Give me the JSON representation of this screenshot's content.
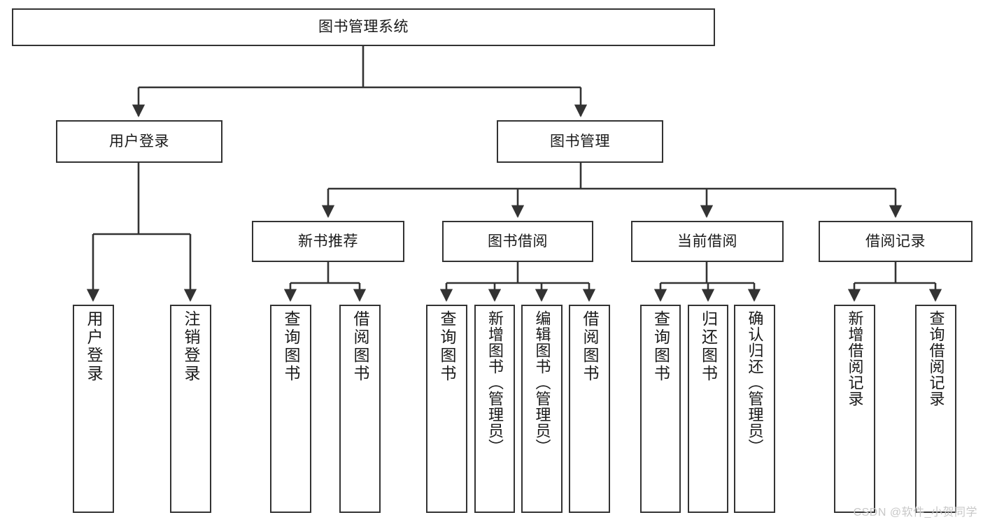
{
  "diagram": {
    "title": "图书管理系统",
    "type": "hierarchy-tree",
    "levels": 4,
    "colors": {
      "background": "#ffffff",
      "node_border": "#333333",
      "node_fill": "#ffffff",
      "edge": "#333333",
      "text": "#1a1a1a",
      "watermark": "#c8c8c8"
    },
    "nodes": {
      "root": {
        "label": "图书管理系统"
      },
      "level2": [
        {
          "label": "用户登录"
        },
        {
          "label": "图书管理"
        }
      ],
      "level3": [
        {
          "label": "新书推荐"
        },
        {
          "label": "图书借阅"
        },
        {
          "label": "当前借阅"
        },
        {
          "label": "借阅记录"
        }
      ],
      "leaves_user_login": [
        {
          "label": "用户登录"
        },
        {
          "label": "注销登录"
        }
      ],
      "leaves_new_book": [
        {
          "label": "查询图书"
        },
        {
          "label": "借阅图书"
        }
      ],
      "leaves_borrow": [
        {
          "label": "查询图书"
        },
        {
          "label": "新增图书（管理员）"
        },
        {
          "label": "编辑图书（管理员）"
        },
        {
          "label": "借阅图书"
        }
      ],
      "leaves_current": [
        {
          "label": "查询图书"
        },
        {
          "label": "归还图书"
        },
        {
          "label": "确认归还（管理员）"
        }
      ],
      "leaves_records": [
        {
          "label": "新增借阅记录"
        },
        {
          "label": "查询借阅记录"
        }
      ]
    }
  },
  "watermark": {
    "text": "CSDN @软件_小贺同学"
  }
}
